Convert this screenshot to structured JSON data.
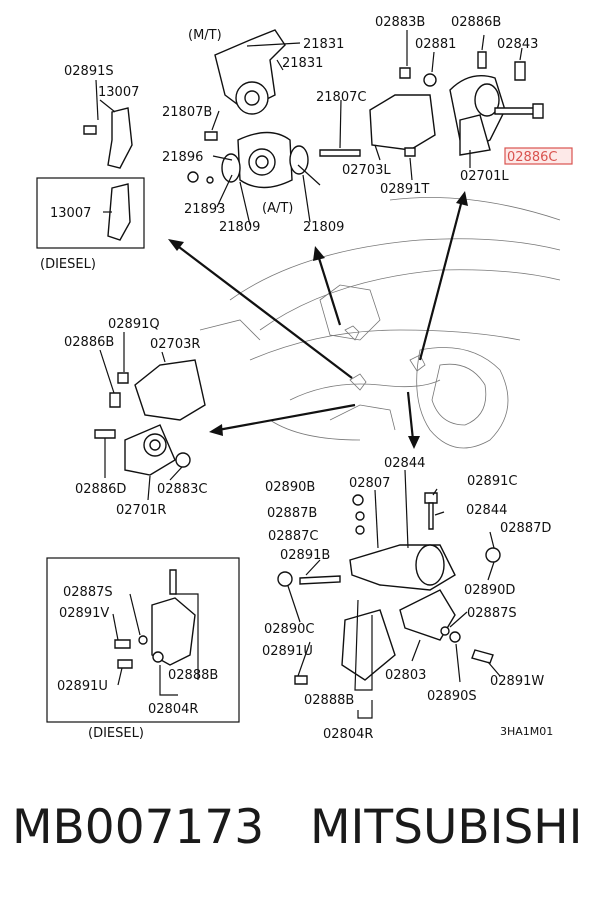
{
  "diagram": {
    "labels": {
      "mt": "(M/T)",
      "at": "(A/T)",
      "p21831a": "21831",
      "p21831b": "21831",
      "p21807b": "21807B",
      "p21807c": "21807C",
      "p21896": "21896",
      "p21893": "21893",
      "p21809a": "21809",
      "p21809b": "21809",
      "p02883b": "02883B",
      "p02886b_top": "02886B",
      "p02881": "02881",
      "p02843": "02843",
      "p02886c": "02886C",
      "p02703l": "02703L",
      "p02891t": "02891T",
      "p02701l": "02701L",
      "p02891s": "02891S",
      "p13007a": "13007",
      "p13007b": "13007",
      "diesel1": "(DIESEL)",
      "p02891q": "02891Q",
      "p02886b_mid": "02886B",
      "p02703r": "02703R",
      "p02886d": "02886D",
      "p02883c": "02883C",
      "p02701r": "02701R",
      "p02844a": "02844",
      "p02807": "02807",
      "p02891c": "02891C",
      "p02890b": "02890B",
      "p02844b": "02844",
      "p02887b": "02887B",
      "p02887d": "02887D",
      "p02887c": "02887C",
      "p02891b": "02891B",
      "p02890d": "02890D",
      "p02890c": "02890C",
      "p02887s_r": "02887S",
      "p02891u_r": "02891U",
      "p02803": "02803",
      "p02890s": "02890S",
      "p02891w": "02891W",
      "p02888b_r": "02888B",
      "p02804r_r": "02804R",
      "p02887s_l": "02887S",
      "p02891v": "02891V",
      "p02891u_l": "02891U",
      "p02888b_l": "02888B",
      "p02804r_l": "02804R",
      "diesel2": "(DIESEL)",
      "code": "3HA1M01"
    },
    "highlight_color": "#d9534f"
  },
  "footer": {
    "part_number": "MB007173",
    "brand": "MITSUBISHI"
  }
}
